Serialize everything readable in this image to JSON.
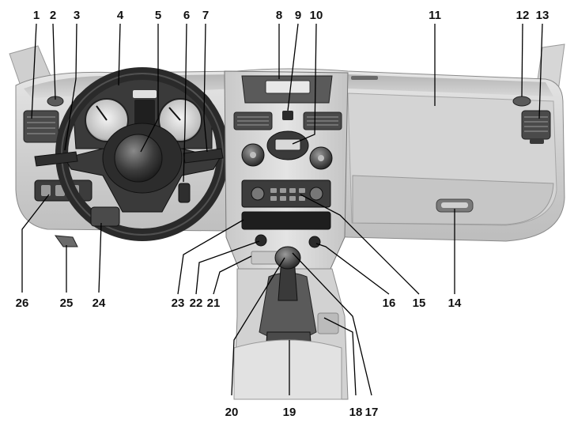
{
  "callouts": {
    "c1": "1",
    "c2": "2",
    "c3": "3",
    "c4": "4",
    "c5": "5",
    "c6": "6",
    "c7": "7",
    "c8": "8",
    "c9": "9",
    "c10": "10",
    "c11": "11",
    "c12": "12",
    "c13": "13",
    "c14": "14",
    "c15": "15",
    "c16": "16",
    "c17": "17",
    "c18": "18",
    "c19": "19",
    "c20": "20",
    "c21": "21",
    "c22": "22",
    "c23": "23",
    "c24": "24",
    "c25": "25",
    "c26": "26"
  },
  "colors": {
    "dash_light": "#dcdcdc",
    "dash_mid": "#b9b9b9",
    "dash_dark": "#5c5c5c",
    "trim": "#8c8c8c",
    "black": "#1a1a1a"
  }
}
